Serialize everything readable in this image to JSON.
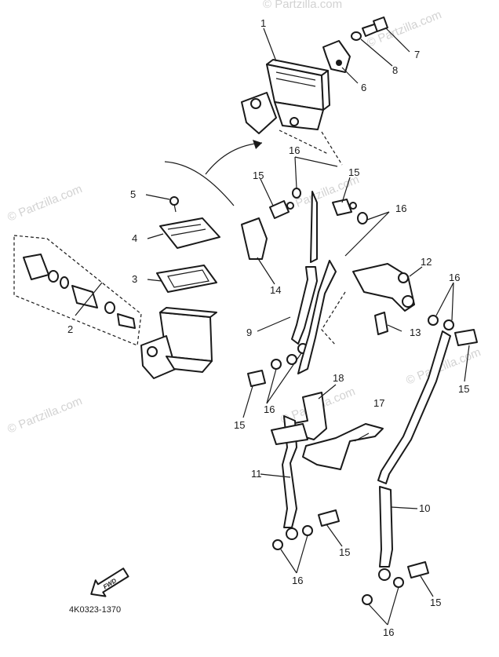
{
  "watermarks": [
    "© Partzilla.com",
    "© Partzilla.com",
    "© Partzilla.com",
    "© Partzilla.com",
    "© Partzilla.com",
    "© Partzilla.com",
    "© Partzilla.com"
  ],
  "callouts": [
    "1",
    "2",
    "3",
    "4",
    "5",
    "6",
    "7",
    "8",
    "9",
    "10",
    "11",
    "12",
    "13",
    "14",
    "15",
    "15",
    "15",
    "15",
    "15",
    "15",
    "16",
    "16",
    "16",
    "16",
    "16",
    "16",
    "17",
    "18"
  ],
  "fwd_label": "FWD",
  "diagram_code": "4K0323-1370",
  "colors": {
    "ink": "#1a1a1a",
    "watermark": "#d2d2d2",
    "paper": "#ffffff"
  }
}
